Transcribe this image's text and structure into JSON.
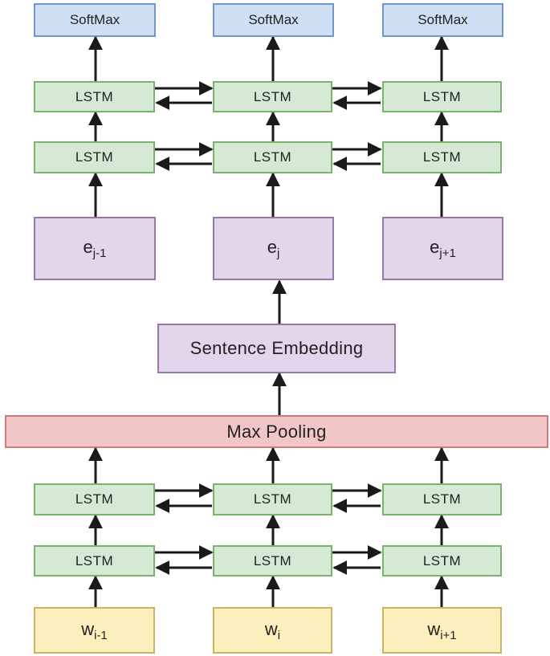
{
  "softmax": [
    "SoftMax",
    "SoftMax",
    "SoftMax"
  ],
  "lstm_top_upper": [
    "LSTM",
    "LSTM",
    "LSTM"
  ],
  "lstm_top_lower": [
    "LSTM",
    "LSTM",
    "LSTM"
  ],
  "sentence_vectors": [
    {
      "base": "e",
      "sub": "j-1"
    },
    {
      "base": "e",
      "sub": "j"
    },
    {
      "base": "e",
      "sub": "j+1"
    }
  ],
  "sentence_embedding": "Sentence Embedding",
  "max_pooling": "Max Pooling",
  "lstm_bottom_upper": [
    "LSTM",
    "LSTM",
    "LSTM"
  ],
  "lstm_bottom_lower": [
    "LSTM",
    "LSTM",
    "LSTM"
  ],
  "words": [
    {
      "base": "w",
      "sub": "i-1"
    },
    {
      "base": "w",
      "sub": "i"
    },
    {
      "base": "w",
      "sub": "i+1"
    }
  ],
  "colors": {
    "softmax_fill": "#cfe0f4",
    "softmax_border": "#6f97cc",
    "lstm_fill": "#d6e9d4",
    "lstm_border": "#79b36e",
    "embedding_fill": "#e3d5ea",
    "embedding_border": "#9877aa",
    "pooling_fill": "#f2c6c6",
    "pooling_border": "#cf7a7a",
    "word_fill": "#fbefbd",
    "word_border": "#cdb35e",
    "arrow": "#1a1a1a"
  }
}
